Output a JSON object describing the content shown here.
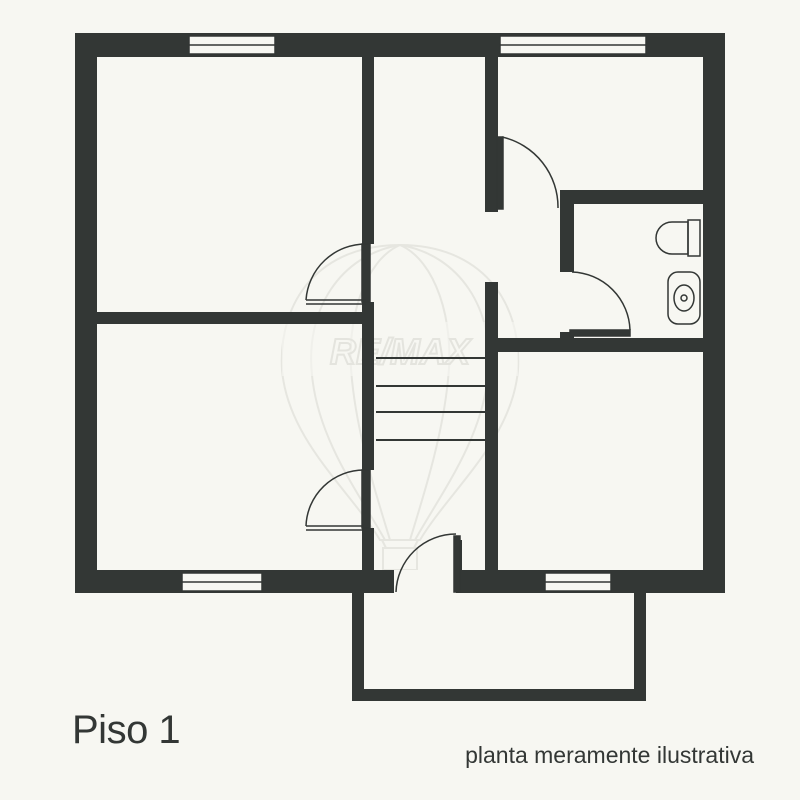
{
  "floor_label": "Piso 1",
  "disclaimer": "planta meramente ilustrativa",
  "watermark_text": "RE/MAX",
  "colors": {
    "background": "#f7f7f2",
    "wall": "#333735",
    "line": "#333735",
    "watermark": "#e9e9e4"
  }
}
